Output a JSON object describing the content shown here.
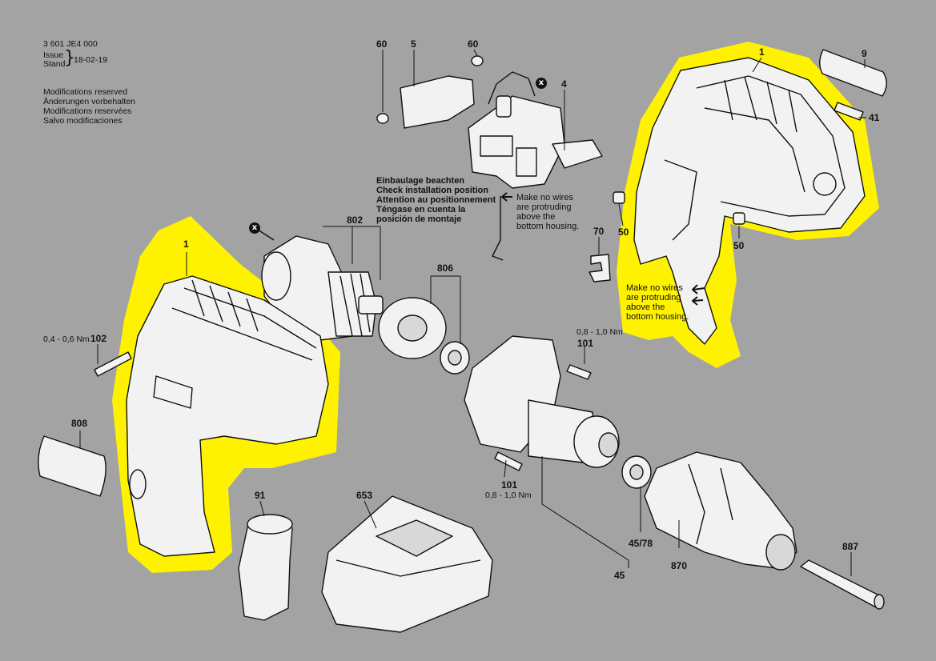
{
  "header": {
    "doc_number": "3 601 JE4 000",
    "issue_label_1": "Issue",
    "issue_label_2": "Stand",
    "issue_date": "18-02-19",
    "modifications": [
      "Modifications reserved",
      "Änderungen vorbehalten",
      "Modifications reservées",
      "Salvo modificaciones"
    ]
  },
  "install_note": [
    "Einbaulage beachten",
    "Check installation position",
    "Attention au positionnement",
    "Téngase en cuenta la",
    "posición de montaje"
  ],
  "wire_note_1": [
    "Make no wires",
    "are protruding",
    "above the",
    "bottom housing."
  ],
  "wire_note_2": [
    "Make no wires",
    "are protruding",
    "above the",
    "bottom housing."
  ],
  "x_marker": "x",
  "parts": {
    "p60a": "60",
    "p5": "5",
    "p60b": "60",
    "p4": "4",
    "p1_top": "1",
    "p9": "9",
    "p41": "41",
    "p50a": "50",
    "p50b": "50",
    "p70": "70",
    "p802": "802",
    "p806": "806",
    "p1_left": "1",
    "p102": "102",
    "p808": "808",
    "p101a": "101",
    "p101b": "101",
    "p91": "91",
    "p653": "653",
    "p4578": "45/78",
    "p45": "45",
    "p870": "870",
    "p887": "887"
  },
  "torques": {
    "t102": "0,4 - 0,6 Nm",
    "t101a": "0,8 - 1,0 Nm",
    "t101b": "0,8 - 1,0 Nm"
  },
  "colors": {
    "background": "#a3a3a3",
    "highlight": "#fff200",
    "part_fill": "#f2f2f2",
    "line": "#111111"
  }
}
